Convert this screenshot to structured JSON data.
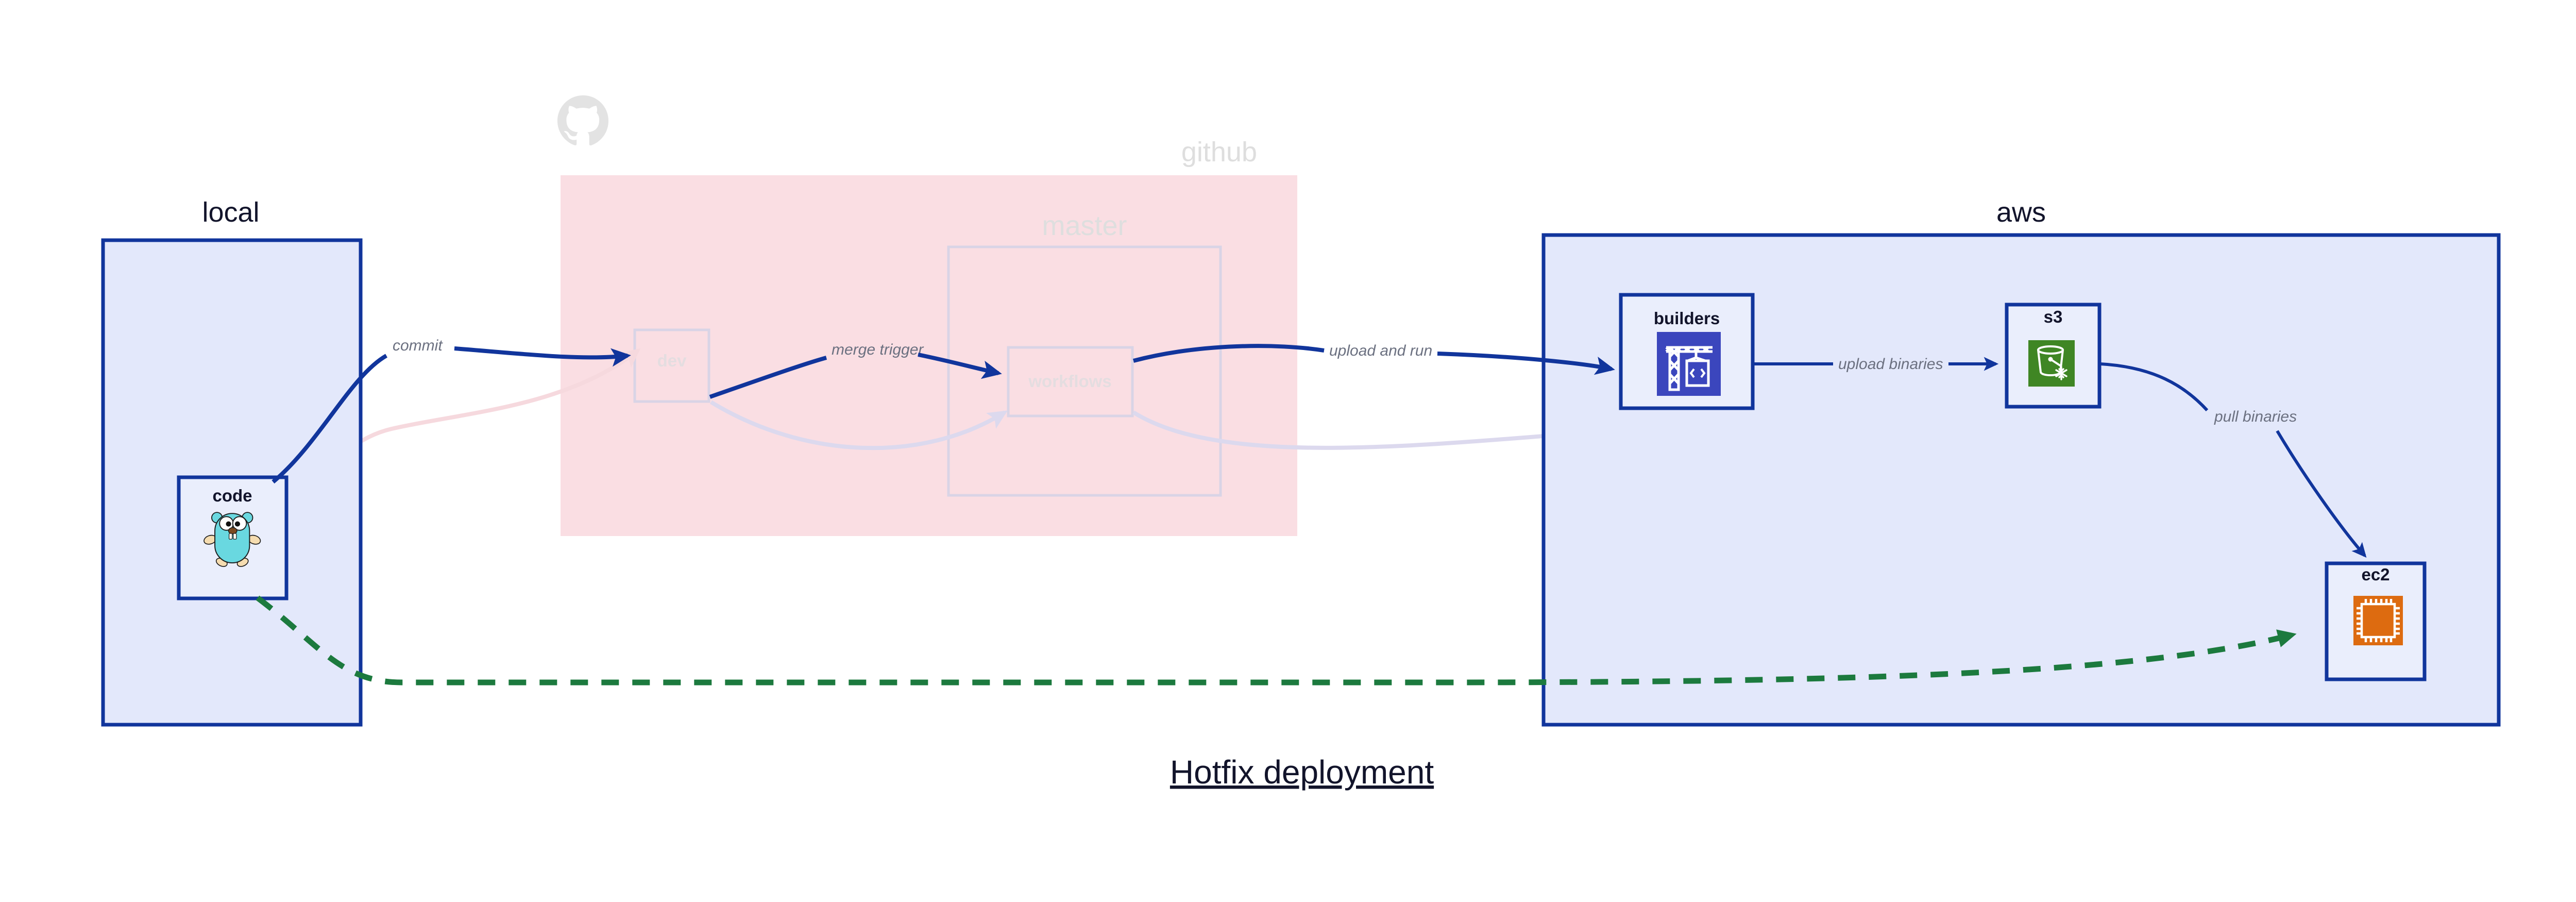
{
  "diagram": {
    "title": "Hotfix deployment",
    "clusters": [
      {
        "id": "local",
        "label": "local",
        "faded": false
      },
      {
        "id": "github",
        "label": "github",
        "faded": true
      },
      {
        "id": "aws",
        "label": "aws",
        "faded": false
      }
    ],
    "subclusters": [
      {
        "id": "master",
        "label": "master",
        "faded": true
      }
    ],
    "nodes": [
      {
        "id": "code",
        "label": "code",
        "icon": "go-gopher-icon",
        "faded": false
      },
      {
        "id": "dev",
        "label": "dev",
        "icon": "none",
        "faded": true
      },
      {
        "id": "workflows",
        "label": "workflows",
        "icon": "none",
        "faded": true
      },
      {
        "id": "builders",
        "label": "builders",
        "icon": "aws-codebuild-crane-icon",
        "faded": false
      },
      {
        "id": "s3",
        "label": "s3",
        "icon": "aws-s3-glacier-bucket-icon",
        "faded": false
      },
      {
        "id": "ec2",
        "label": "ec2",
        "icon": "aws-ec2-chip-icon",
        "faded": false
      }
    ],
    "edges": [
      {
        "id": "code-dev",
        "label": "commit",
        "from": "code",
        "to": "dev",
        "style": "solid-blue"
      },
      {
        "id": "dev-workflows",
        "label": "merge trigger",
        "from": "dev",
        "to": "workflows",
        "style": "solid-blue"
      },
      {
        "id": "workflows-builders",
        "label": "upload and run",
        "from": "workflows",
        "to": "builders",
        "style": "solid-blue"
      },
      {
        "id": "builders-s3",
        "label": "upload binaries",
        "from": "builders",
        "to": "s3",
        "style": "solid-blue"
      },
      {
        "id": "s3-ec2",
        "label": "pull binaries",
        "from": "s3",
        "to": "ec2",
        "style": "solid-blue"
      },
      {
        "id": "code-ec2",
        "label": "",
        "from": "code",
        "to": "ec2",
        "style": "dashed-green"
      }
    ],
    "icons": {
      "github_logo": "github-octocat-icon"
    },
    "colors": {
      "cluster_fill": "#e3e8fb",
      "cluster_stroke": "#11359c",
      "github_fill": "#fadee3",
      "edge_blue": "#11359c",
      "edge_green": "#1c7a3e",
      "edge_label": "#6b7080",
      "builders_icon_bg": "#3b46bd",
      "s3_icon_bg": "#3f8624",
      "ec2_icon_bg": "#dd6b10",
      "gopher_body": "#69d8e0",
      "title_color": "#12142b"
    }
  }
}
